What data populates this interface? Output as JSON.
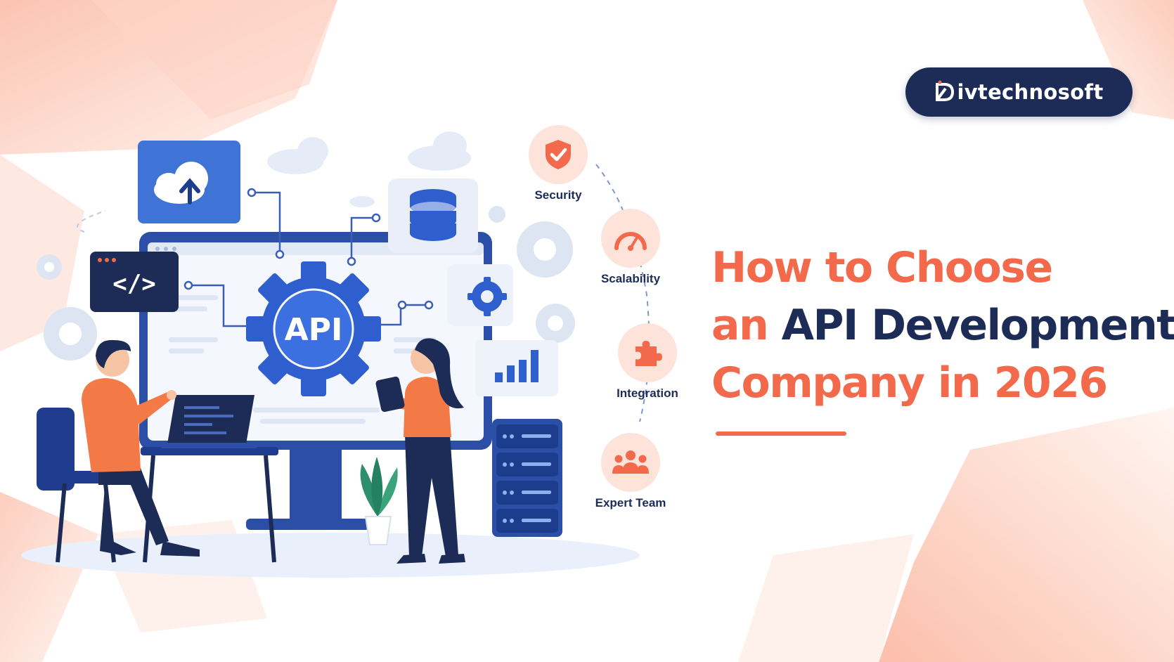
{
  "brand": {
    "name": "ivtechnosoft",
    "logo_letter": "D"
  },
  "headline": {
    "line1": "How to Choose",
    "line2_part1": "an ",
    "line2_part2": "API Development",
    "line3": "Company in 2026"
  },
  "illustration": {
    "gear_label": "API",
    "code_symbol": "</>"
  },
  "features": [
    {
      "label": "Security",
      "icon": "shield-check-icon"
    },
    {
      "label": "Scalability",
      "icon": "speedometer-icon"
    },
    {
      "label": "Integration",
      "icon": "puzzle-icon"
    },
    {
      "label": "Expert Team",
      "icon": "team-icon"
    }
  ],
  "colors": {
    "accent": "#f26a4b",
    "navy": "#1c2c57",
    "blue": "#3a6fd8",
    "peach": "#fde3da"
  }
}
